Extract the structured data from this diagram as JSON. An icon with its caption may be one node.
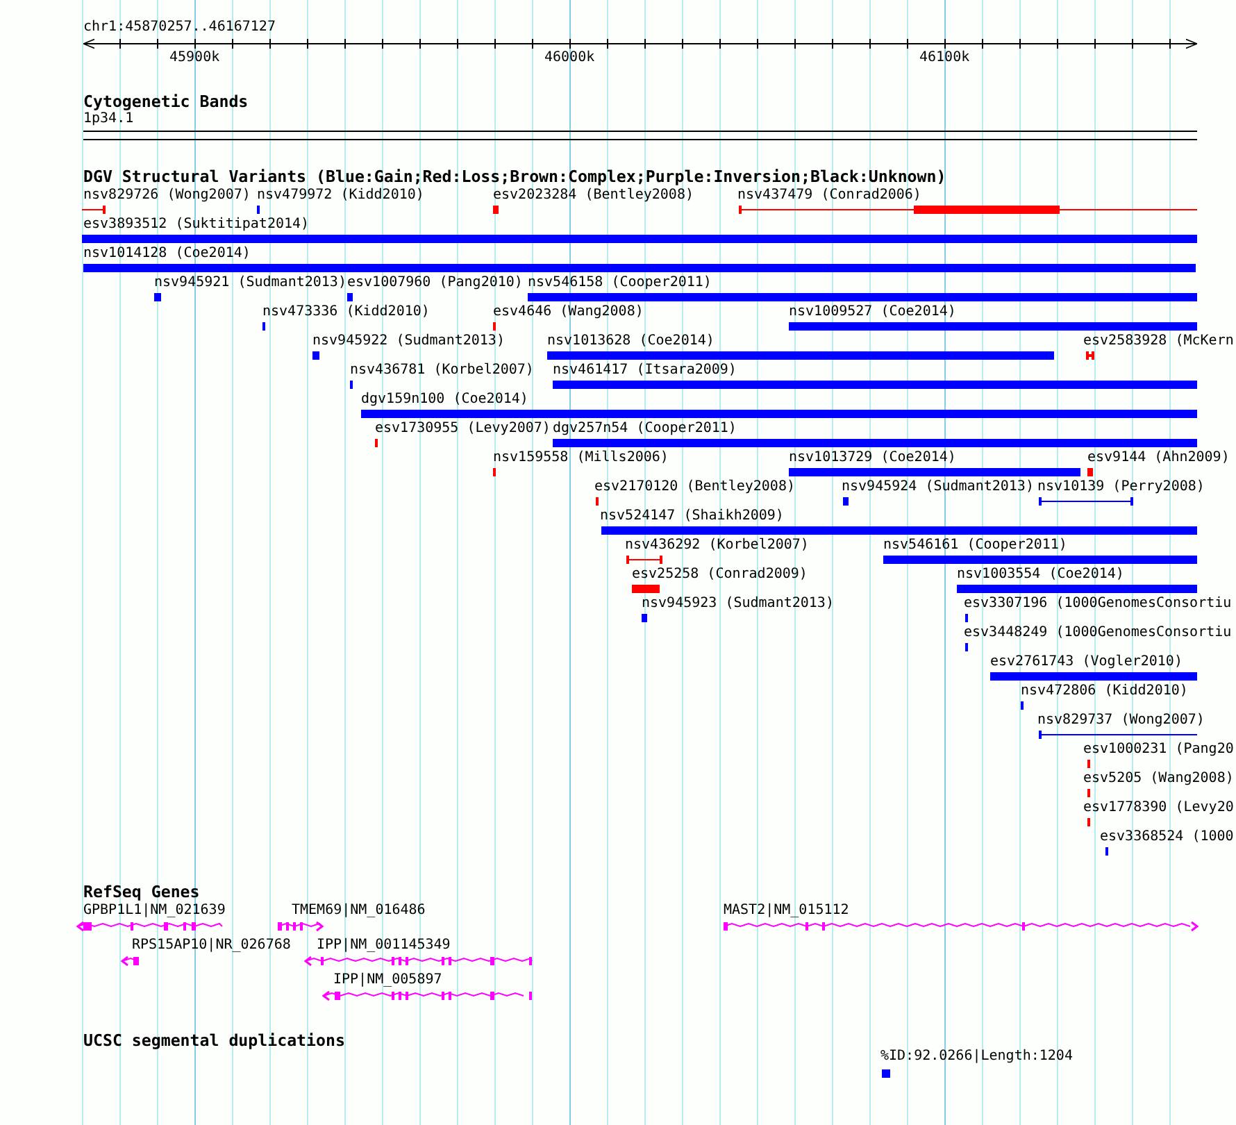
{
  "diagram": {
    "title": "chr1:45870257..46167127",
    "nodes": [
      {
        "text": [
          "nsv829726 (Wong2007)"
        ]
      },
      {
        "text": [
          "nsv479972 (Kidd2010)"
        ]
      },
      {
        "text": [
          "esv2023284 (Bentley2008)"
        ]
      },
      {
        "text": [
          "nsv437479 (Conrad2006)"
        ]
      },
      {
        "text": [
          "esv3893512 (Suktitipat2014)"
        ]
      },
      {
        "text": [
          "nsv1014128 (Coe2014)"
        ]
      },
      {
        "text": [
          "nsv945921 (Sudmant2013)"
        ]
      },
      {
        "text": [
          "esv1007960 (Pang2010)"
        ]
      },
      {
        "text": [
          "nsv546158 (Cooper2011)"
        ]
      },
      {
        "text": [
          "nsv473336 (Kidd2010)"
        ]
      },
      {
        "text": [
          "esv4646 (Wang2008)"
        ]
      },
      {
        "text": [
          "nsv1009527 (Coe2014)"
        ]
      },
      {
        "text": [
          "nsv945922 (Sudmant2013)"
        ]
      },
      {
        "text": [
          "nsv1013628 (Coe2014)"
        ]
      },
      {
        "text": [
          "esv2583928 (McKern"
        ]
      },
      {
        "text": [
          "nsv436781 (Korbel2007)"
        ]
      },
      {
        "text": [
          "nsv461417 (Itsara2009)"
        ]
      },
      {
        "text": [
          "dgv159n100 (Coe2014)"
        ]
      },
      {
        "text": [
          "esv1730955 (Levy2007)"
        ]
      },
      {
        "text": [
          "dgv257n54 (Cooper2011)"
        ]
      },
      {
        "text": [
          "nsv159558 (Mills2006)"
        ]
      },
      {
        "text": [
          "nsv1013729 (Coe2014)"
        ]
      },
      {
        "text": [
          "esv9144 (Ahn2009)"
        ]
      },
      {
        "text": [
          "esv2170120 (Bentley2008)"
        ]
      },
      {
        "text": [
          "nsv945924 (Sudmant2013)"
        ]
      },
      {
        "text": [
          "nsv10139 (Perry2008)"
        ]
      },
      {
        "text": [
          "nsv524147 (Shaikh2009)"
        ]
      },
      {
        "text": [
          "nsv436292 (Korbel2007)"
        ]
      },
      {
        "text": [
          "nsv546161 (Cooper2011)"
        ]
      },
      {
        "text": [
          "esv25258 (Conrad2009)"
        ]
      },
      {
        "text": [
          "nsv1003554 (Coe2014)"
        ]
      },
      {
        "text": [
          "nsv945923 (Sudmant2013)"
        ]
      },
      {
        "text": [
          "esv3307196 (1000GenomesConsortiu"
        ]
      },
      {
        "text": [
          "esv3448249 (1000GenomesConsortiu"
        ]
      },
      {
        "text": [
          "esv2761743 (Vogler2010)"
        ]
      },
      {
        "text": [
          "nsv472806 (Kidd2010)"
        ]
      },
      {
        "text": [
          "nsv829737 (Wong2007)"
        ]
      },
      {
        "text": [
          "esv1000231 (Pang20"
        ]
      },
      {
        "text": [
          "esv5205 (Wang2008)"
        ]
      },
      {
        "text": [
          "esv1778390 (Levy20"
        ]
      },
      {
        "text": [
          "esv3368524 (1000"
        ]
      },
      {
        "text": [
          "GPBP1L1|NM_021639"
        ]
      },
      {
        "text": [
          "TMEM69|NM_016486"
        ]
      },
      {
        "text": [
          "RPS15AP10|NR_026768"
        ]
      },
      {
        "text": [
          "IPP|NM_001145349"
        ]
      },
      {
        "text": [
          "IPP|NM_005897"
        ]
      },
      {
        "text": [
          "MAST2|NM_015112"
        ]
      },
      {
        "text": [
          "%ID:92.0266|Length:1204"
        ]
      }
    ],
    "labels": [
      "45900k",
      "46000k",
      "46100k",
      "Cytogenetic Bands",
      "1p34.1",
      "DGV Structural Variants (Blue:Gain;Red:Loss;Brown:Complex;Purple:Inversion;Black:Unknown)",
      "RefSeq Genes",
      "UCSC segmental duplications"
    ]
  }
}
